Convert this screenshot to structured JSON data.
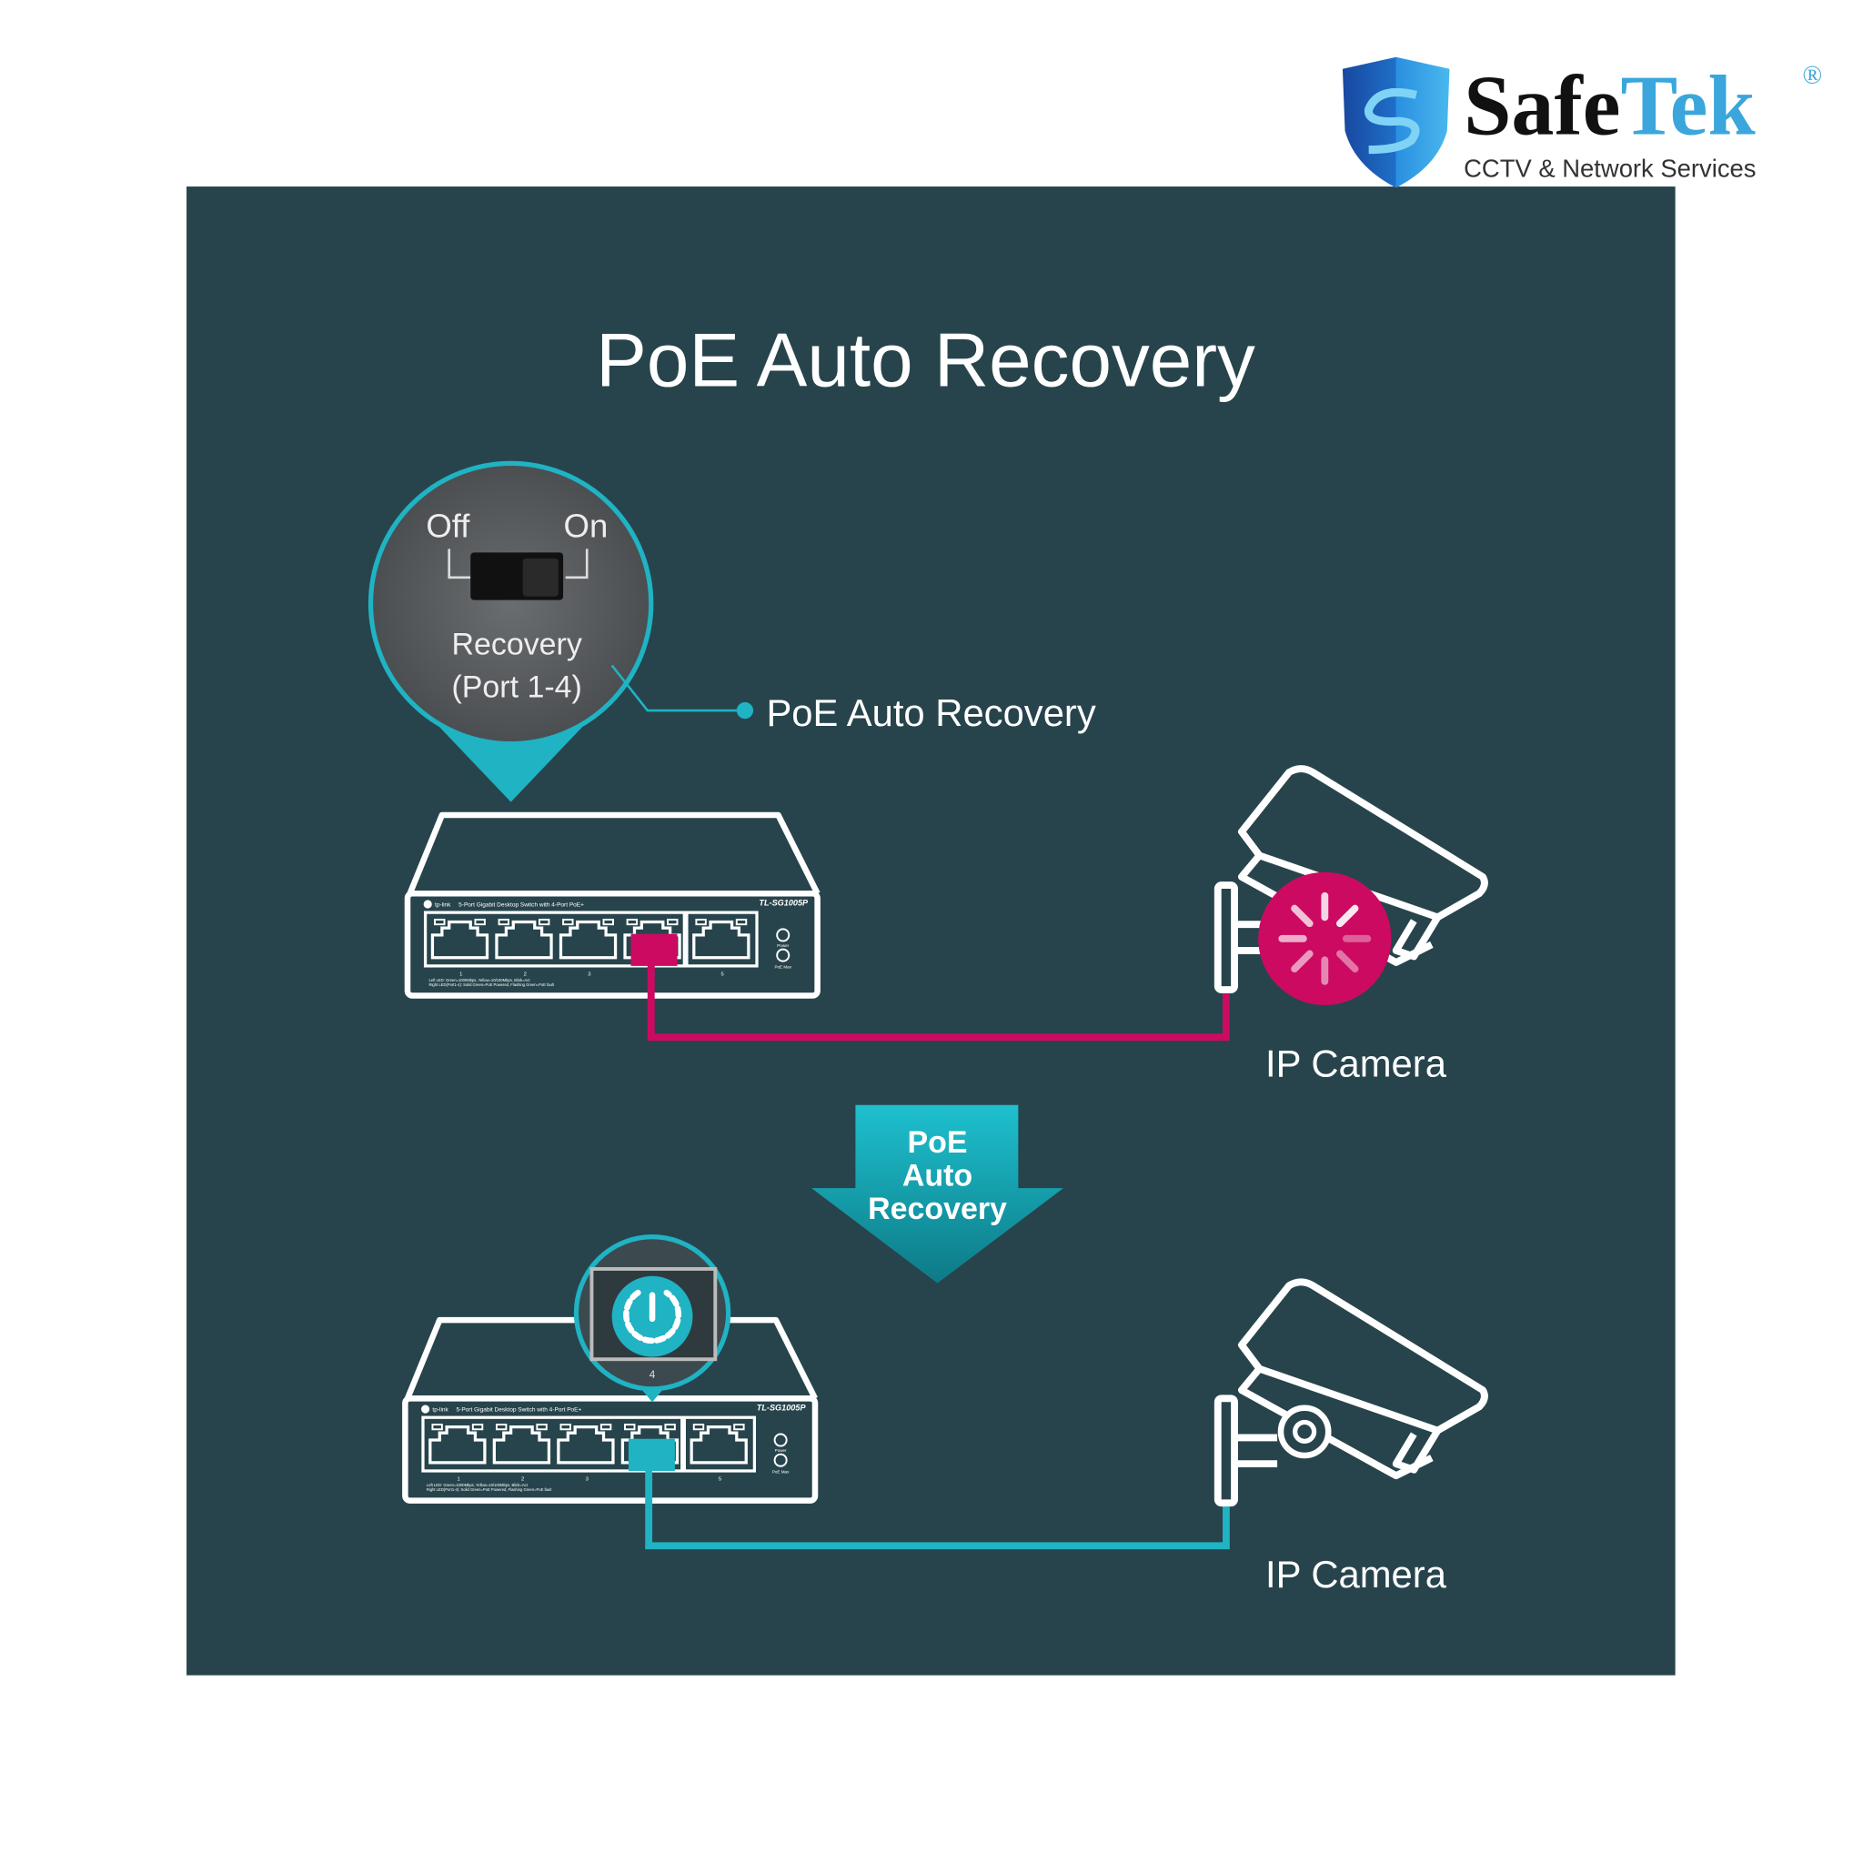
{
  "logo": {
    "brand_part1": "Safe",
    "brand_part2": "Tek",
    "registered": "®",
    "tagline": "CCTV & Network Services",
    "colors": {
      "dark": "#111111",
      "blue": "#3aa6dc",
      "shield": "#1f5fb8"
    }
  },
  "title": "PoE Auto Recovery",
  "zoom_switch": {
    "off_label": "Off",
    "on_label": "On",
    "label_line1": "Recovery",
    "label_line2": "(Port 1-4)"
  },
  "callout_label": "PoE Auto Recovery",
  "switch": {
    "brand": "tp-link",
    "description": "5-Port Gigabit Desktop Switch with 4-Port PoE+",
    "model": "TL-SG1005P",
    "ports": [
      "1",
      "2",
      "3",
      "4",
      "5"
    ],
    "power_label": "Power",
    "poe_max_label": "PoE Max",
    "legend_line1": "Left LED: Green=1000Mbps, Yellow=10/100Mbps, Blink=Act",
    "legend_line2": "Right LED(Port1-4): Solid Green=PoE Powered, Flashing Green=PoE fault"
  },
  "camera_label_top": "IP Camera",
  "camera_label_bottom": "IP Camera",
  "arrow": {
    "line1": "PoE",
    "line2": "Auto",
    "line3": "Recovery"
  },
  "zoom_port_number": "4",
  "colors": {
    "panel": "#27444c",
    "teal": "#1fb3c3",
    "magenta": "#cc0a62",
    "white": "#ffffff"
  }
}
